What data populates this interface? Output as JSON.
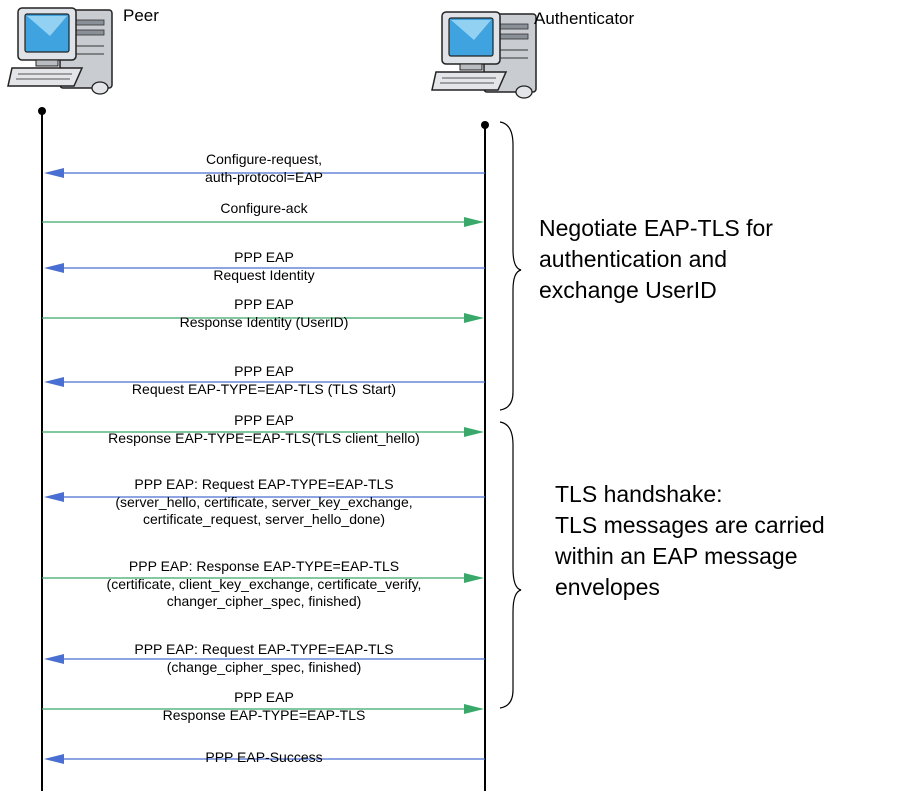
{
  "peer": {
    "label": "Peer",
    "icon": "computer-icon"
  },
  "authenticator": {
    "label": "Authenticator",
    "icon": "computer-icon"
  },
  "colors": {
    "to_peer": "#4a6fd4",
    "to_authenticator": "#3aa86b",
    "lifeline": "#000000"
  },
  "messages": [
    {
      "direction": "to_peer",
      "lines": [
        "Configure-request,",
        "auth-protocol=EAP"
      ]
    },
    {
      "direction": "to_authenticator",
      "lines": [
        "Configure-ack"
      ]
    },
    {
      "direction": "to_peer",
      "lines": [
        "PPP EAP",
        "Request Identity"
      ]
    },
    {
      "direction": "to_authenticator",
      "lines": [
        "PPP EAP",
        "Response Identity (UserID)"
      ]
    },
    {
      "direction": "to_peer",
      "lines": [
        "PPP EAP",
        "Request EAP-TYPE=EAP-TLS (TLS Start)"
      ]
    },
    {
      "direction": "to_authenticator",
      "lines": [
        "PPP EAP",
        "Response EAP-TYPE=EAP-TLS(TLS client_hello)"
      ]
    },
    {
      "direction": "to_peer",
      "lines": [
        "PPP EAP: Request EAP-TYPE=EAP-TLS",
        "(server_hello, certificate, server_key_exchange,",
        "certificate_request, server_hello_done)"
      ]
    },
    {
      "direction": "to_authenticator",
      "lines": [
        "PPP EAP: Response EAP-TYPE=EAP-TLS",
        "(certificate, client_key_exchange, certificate_verify,",
        "changer_cipher_spec, finished)"
      ]
    },
    {
      "direction": "to_peer",
      "lines": [
        "PPP EAP: Request EAP-TYPE=EAP-TLS",
        "(change_cipher_spec, finished)"
      ]
    },
    {
      "direction": "to_authenticator",
      "lines": [
        "PPP EAP",
        "Response EAP-TYPE=EAP-TLS"
      ]
    },
    {
      "direction": "to_peer",
      "lines": [
        "PPP EAP-Success"
      ]
    }
  ],
  "groups": [
    {
      "lines": [
        "Negotiate EAP-TLS for",
        "authentication and",
        "exchange UserID"
      ]
    },
    {
      "lines": [
        "TLS handshake:",
        "TLS messages are carried",
        "within an EAP message",
        "envelopes"
      ]
    }
  ]
}
